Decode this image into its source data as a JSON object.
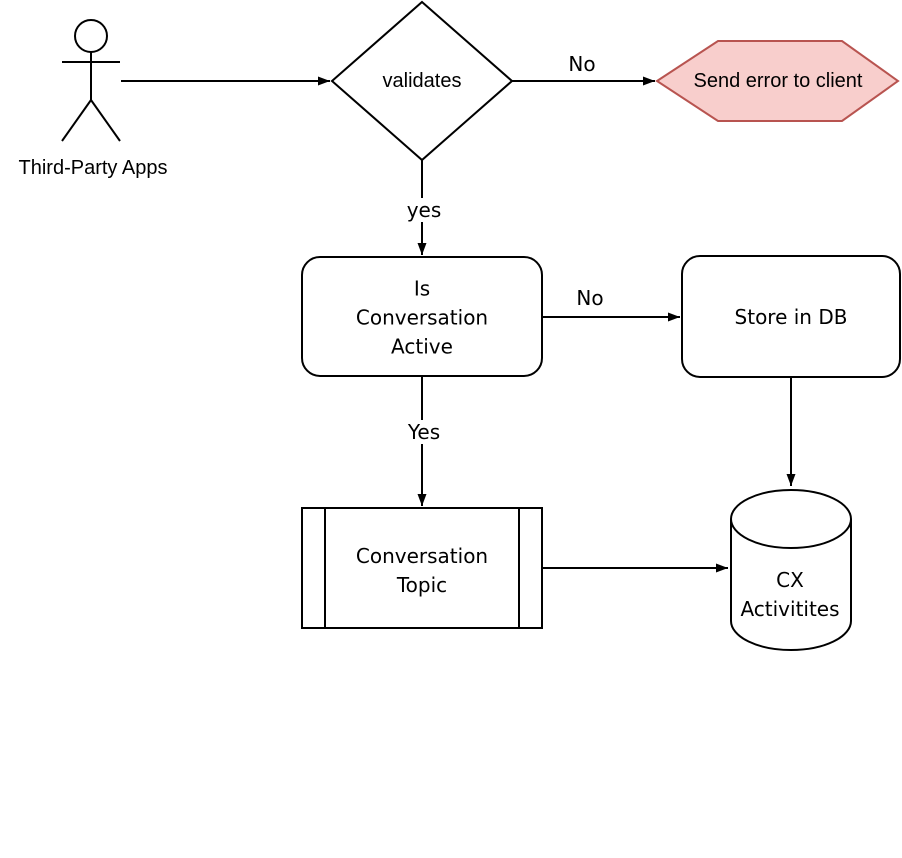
{
  "diagram": {
    "actor": {
      "label": "Third-Party Apps"
    },
    "nodes": {
      "validates": {
        "type": "decision",
        "label": "validates"
      },
      "send_error": {
        "type": "hexagon",
        "label": "Send error to client",
        "fill": "#f8cecc",
        "stroke": "#b85450"
      },
      "is_conversation_active": {
        "type": "rounded-rect",
        "lines": [
          "Is",
          "Conversation",
          "Active"
        ]
      },
      "store_in_db": {
        "type": "rounded-rect",
        "label": "Store in DB"
      },
      "conversation_topic": {
        "type": "predefined-process",
        "lines": [
          "Conversation",
          "Topic"
        ]
      },
      "cx_activities": {
        "type": "database-cylinder",
        "lines": [
          "CX",
          "Activitites"
        ]
      }
    },
    "edge_labels": {
      "validates_no": "No",
      "validates_yes": "yes",
      "active_no": "No",
      "active_yes": "Yes"
    },
    "colors": {
      "background": "#ffffff",
      "line": "#000000",
      "text": "#000000",
      "node_fill": "#ffffff",
      "error_fill": "#f8cecc",
      "error_stroke": "#b85450"
    }
  }
}
